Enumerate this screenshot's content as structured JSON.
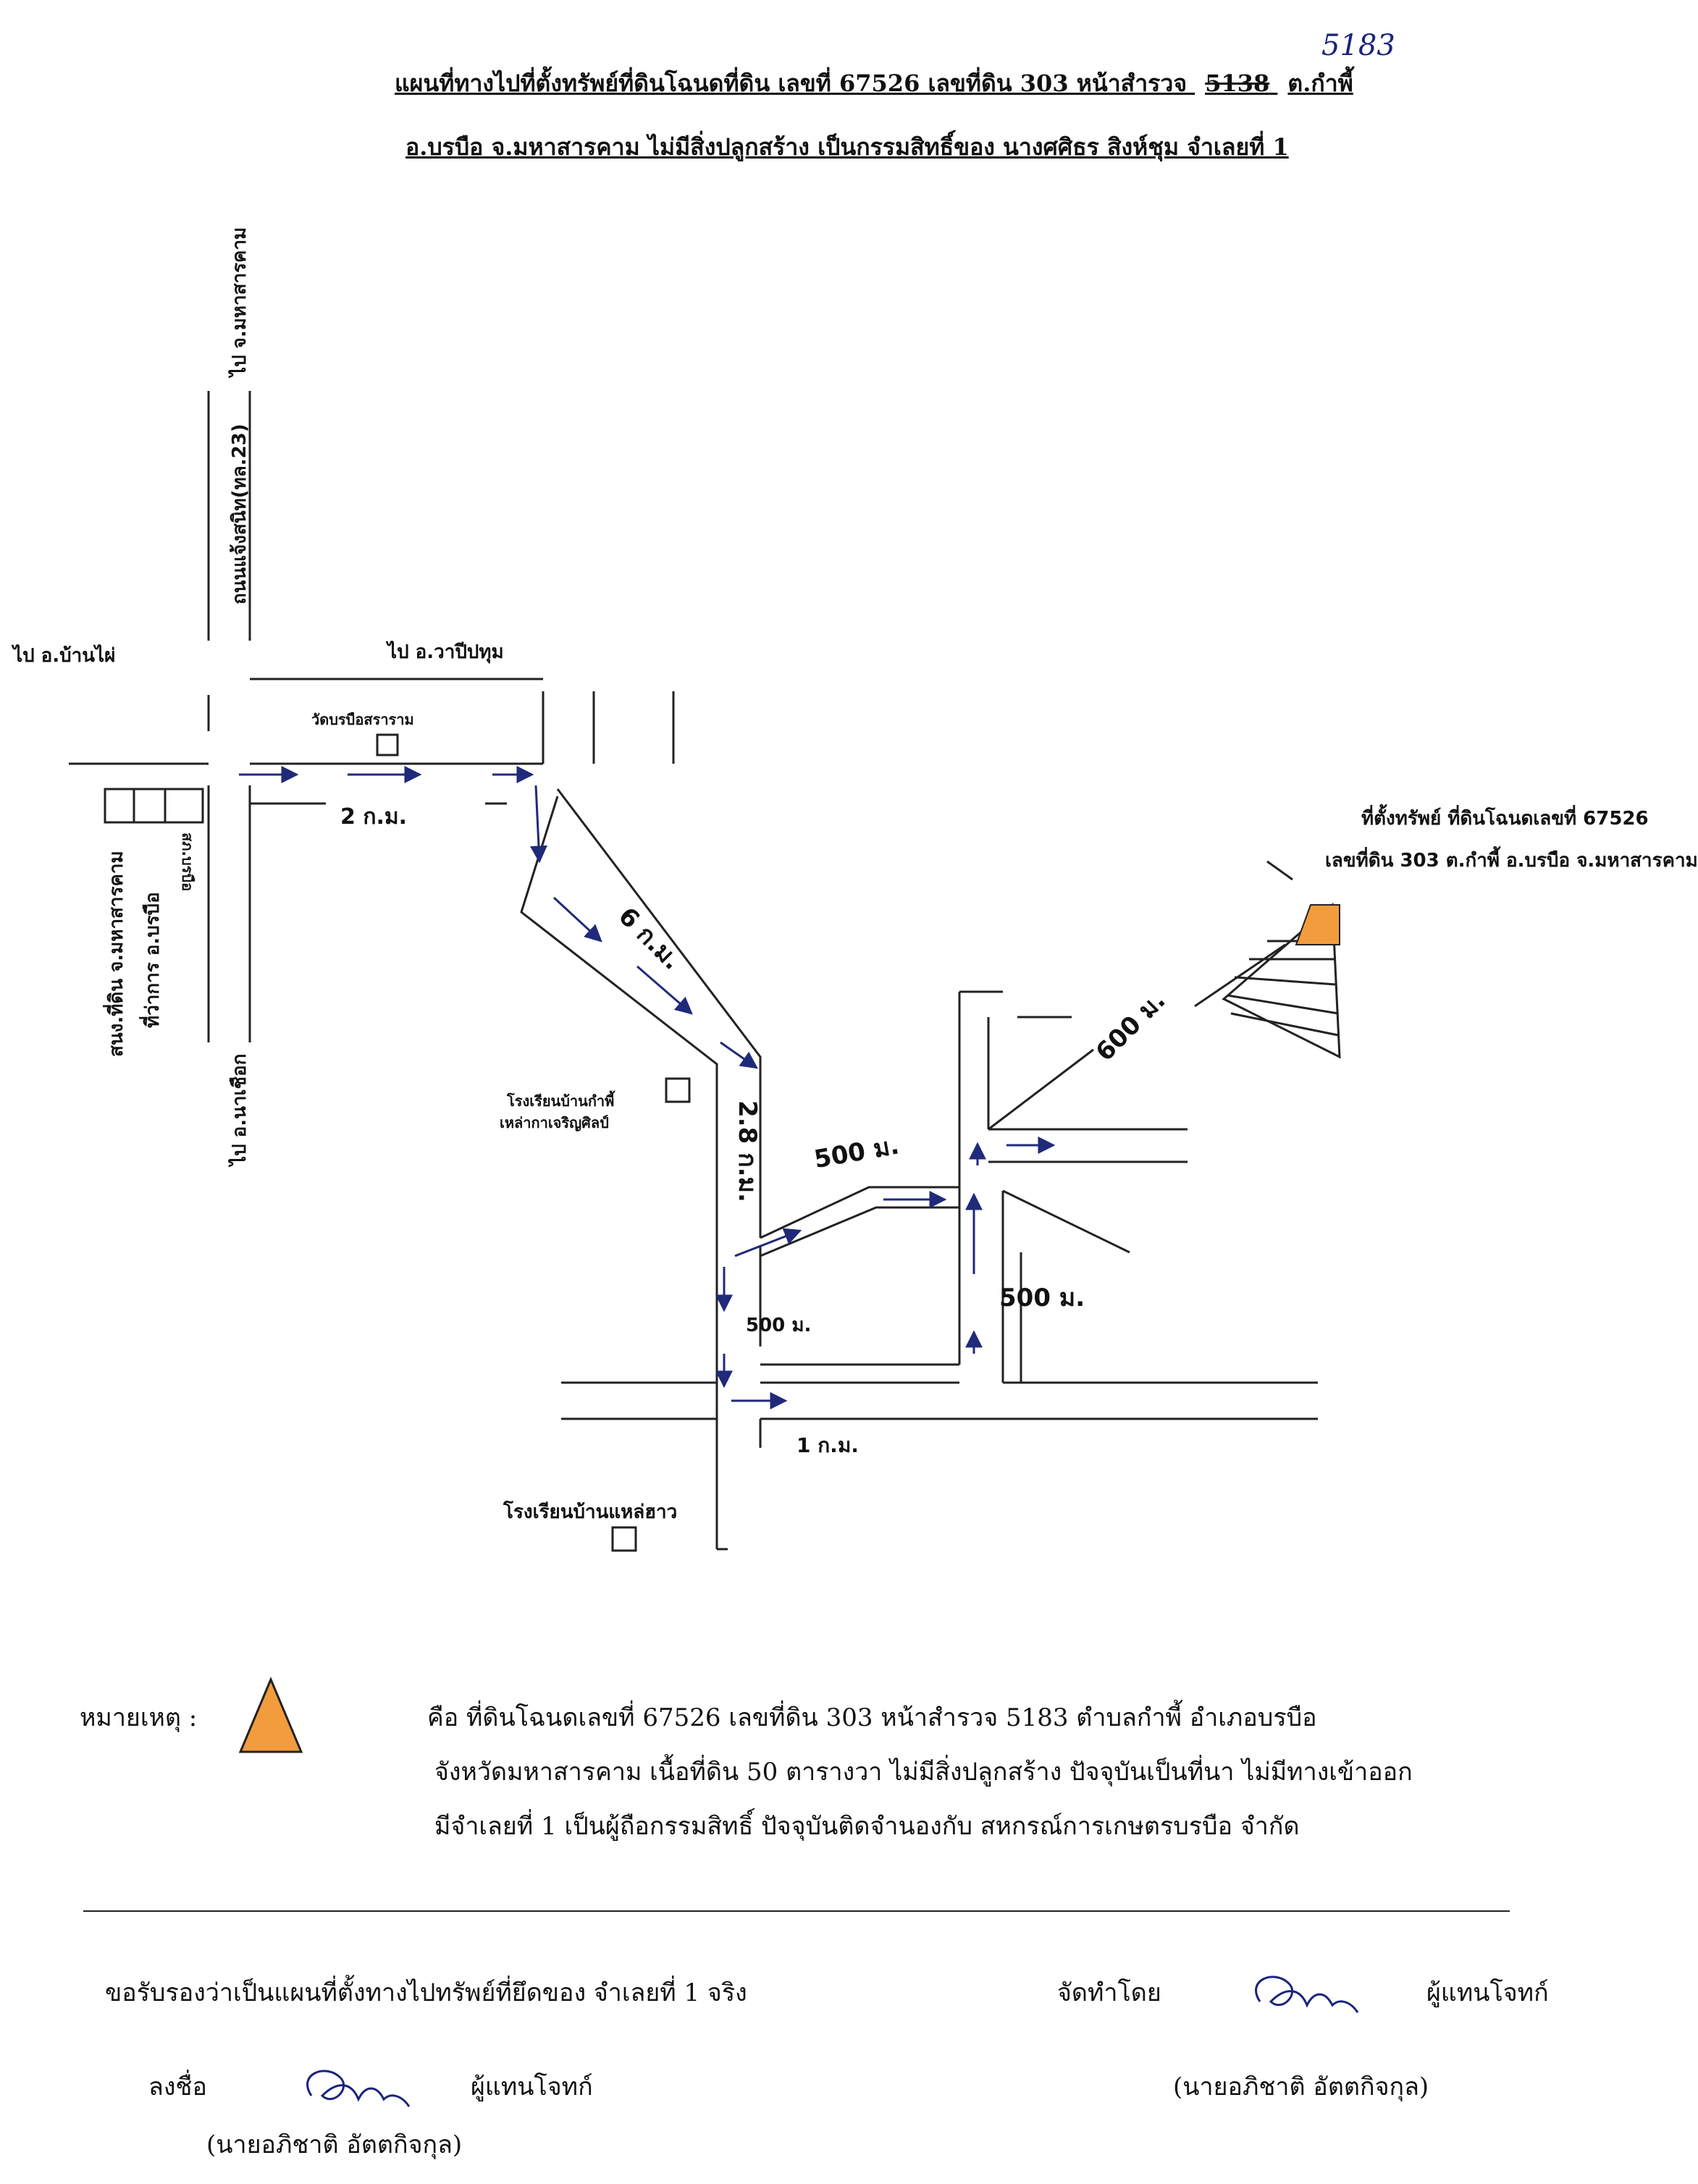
{
  "header": {
    "line1_main": "แผนที่ทางไปที่ตั้งทรัพย์ที่ดินโฉนดที่ดิน เลขที่  67526  เลขที่ดิน  303  หน้าสำรวจ",
    "survey_struck": "5138",
    "survey_correction": "5183",
    "line1_tail": "ต.กำพี้",
    "line2": "อ.บรบือ  จ.มหาสารคาม  ไม่มีสิ่งปลูกสร้าง  เป็นกรรมสิทธิ์ของ นางศศิธร สิงห์ชุม  จำเลยที่ 1"
  },
  "map": {
    "to_mahasarakham": "ไป จ.มหาสารคาม",
    "highway": "ถนนแจ้งสนิท(ทล.23)",
    "to_ban_phai": "ไป อ.บ้านไผ่",
    "to_wapi_pathum": "ไป อ.วาปีปทุม",
    "temple": "วัดบรบือสราราม",
    "post_office_line1": "ที่ว่าการ อ.บรบือ",
    "post_office_line2": "สภ.บรบือ",
    "land_office": "สนง.ที่ดิน จ.มหาสารคาม",
    "to_na_chueak": "ไป อ.นาเชือก",
    "school1_line1": "โรงเรียนบ้านกำพี้",
    "school1_line2": "เหล่ากาเจริญศิลป์",
    "school2": "โรงเรียนบ้านแหล่ฮาว",
    "property_line1": "ที่ตั้งทรัพย์ ที่ดินโฉนดเลขที่ 67526",
    "property_line2": "เลขที่ดิน 303  ต.กำพี้ อ.บรบือ จ.มหาสารคาม",
    "dist_2km": "2 ก.ม.",
    "dist_6km": "6 ก.ม.",
    "dist_2_8km": "2.8 ก.ม.",
    "dist_500_a": "500 ม.",
    "dist_500_b": "500 ม.",
    "dist_500_c": "500 ม.",
    "dist_1km": "1 ก.ม.",
    "dist_600": "600 ม.",
    "colors": {
      "property_marker": "#f39c3d",
      "arrow": "#1f2a7a",
      "line": "#222222"
    }
  },
  "legend": {
    "label": "หมายเหตุ :",
    "line1": "คือ  ที่ดินโฉนดเลขที่  67526  เลขที่ดิน 303  หน้าสำรวจ  5183  ตำบลกำพี้  อำเภอบรบือ",
    "line2": "จังหวัดมหาสารคาม   เนื้อที่ดิน  50  ตารางวา  ไม่มีสิ่งปลูกสร้าง  ปัจจุบันเป็นที่นา  ไม่มีทางเข้าออก",
    "line3": "มีจำเลยที่ 1  เป็นผู้ถือกรรมสิทธิ์  ปัจจุบันติดจำนองกับ  สหกรณ์การเกษตรบรบือ จำกัด"
  },
  "footer": {
    "certify": "ขอรับรองว่าเป็นแผนที่ตั้งทางไปทรัพย์ที่ยึดของ  จำเลยที่ 1    จริง",
    "prepared_by": "จัดทำโดย",
    "rep_plaintiff_right": "ผู้แทนโจทก์",
    "name_right": "(นายอภิชาติ  อัตตกิจกุล)",
    "sign_label": "ลงชื่อ",
    "rep_plaintiff_left": "ผู้แทนโจทก์",
    "name_left": "(นายอภิชาติ  อัตตกิจกุล)"
  }
}
